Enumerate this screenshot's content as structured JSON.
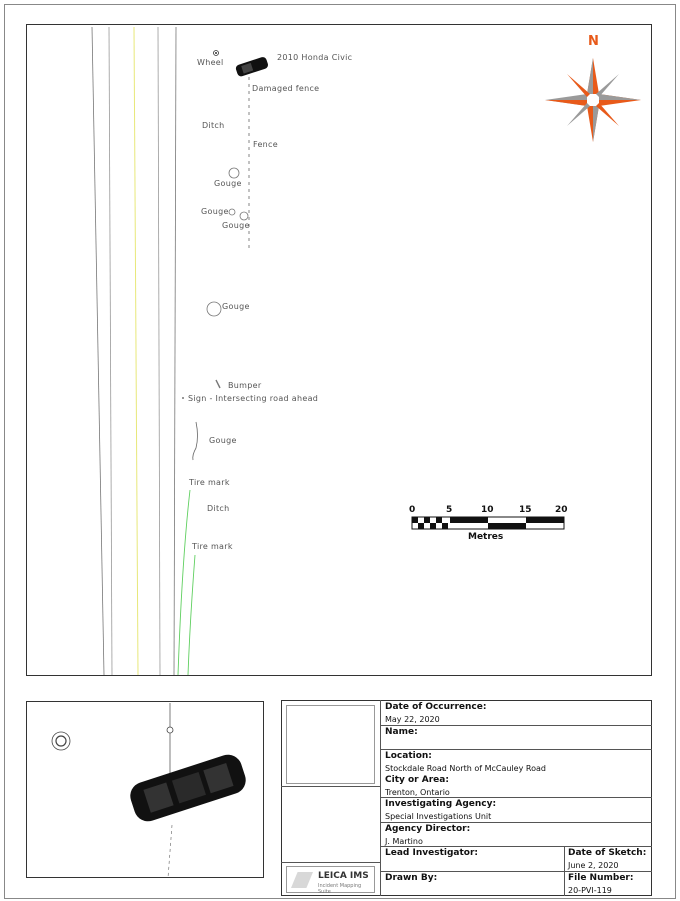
{
  "compass": {
    "north_label": "N"
  },
  "labels": {
    "wheel": "Wheel",
    "vehicle": "2010 Honda Civic",
    "damaged_fence": "Damaged fence",
    "ditch_1": "Ditch",
    "fence": "Fence",
    "gouge_1": "Gouge",
    "gouge_2": "Gouge",
    "gouge_3": "Gouge",
    "gouge_4": "Gouge",
    "bumper": "Bumper",
    "sign": "Sign - Intersecting road ahead",
    "gouge_5": "Gouge",
    "tire_mark_1": "Tire mark",
    "ditch_2": "Ditch",
    "tire_mark_2": "Tire mark"
  },
  "scale": {
    "ticks": [
      "0",
      "5",
      "10",
      "15",
      "20"
    ],
    "unit": "Metres"
  },
  "title_block": {
    "date_of_occurrence_label": "Date of Occurrence:",
    "date_of_occurrence": "May 22, 2020",
    "name_label": "Name:",
    "name": "",
    "location_label": "Location:",
    "location": "Stockdale Road  North of McCauley Road",
    "city_label": "City or Area:",
    "city": "Trenton, Ontario",
    "agency_label": "Investigating Agency:",
    "agency": "Special Investigations Unit",
    "director_label": "Agency Director:",
    "director": "J. Martino",
    "lead_label": "Lead Investigator:",
    "lead": "",
    "date_sketch_label": "Date of Sketch:",
    "date_sketch": "June 2, 2020",
    "drawn_by_label": "Drawn By:",
    "drawn_by": "",
    "file_number_label": "File Number:",
    "file_number": "20-PVI-119",
    "logo_text": "LEICA IMS",
    "logo_sub": "Incident Mapping Suite"
  },
  "colors": {
    "compass_orange": "#e85a1a",
    "compass_grey": "#9a9a9a",
    "road_yellow": "#e8e87a",
    "tire_green": "#5fcf5f"
  }
}
